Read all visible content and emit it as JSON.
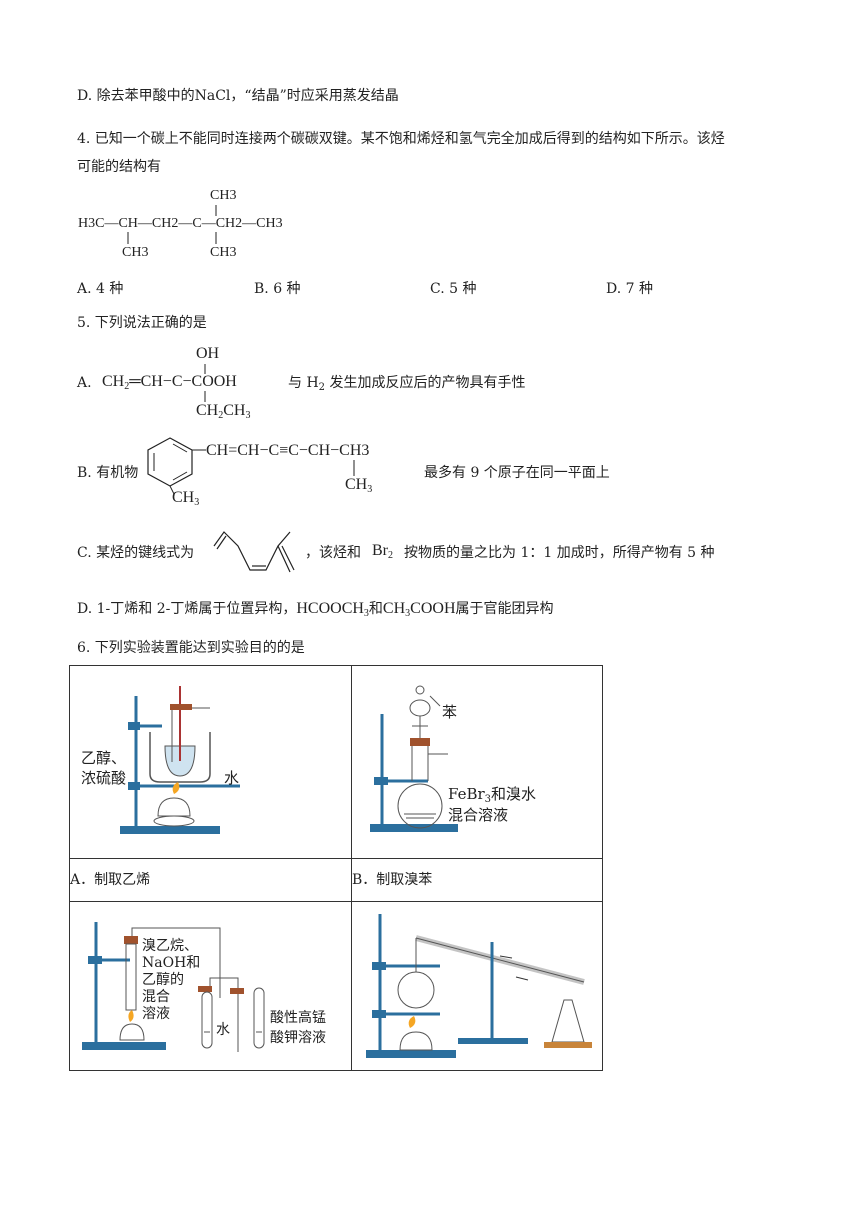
{
  "q3": {
    "optionD": "D. 除去苯甲酸中的NaCl，“结晶”时应采用蒸发结晶"
  },
  "q4": {
    "stem1": "4. 已知一个碳上不能同时连接两个碳碳双键。某不饱和烯烃和氢气完全加成后得到的结构如下所示。该烃",
    "stem2": "可能的结构有",
    "formula": {
      "top_ch3": "CH3",
      "main": [
        "H3C",
        "CH",
        "CH2",
        "C",
        "CH2",
        "CH3"
      ],
      "bottom_ch3_a": "CH3",
      "bottom_ch3_b": "CH3"
    },
    "options": [
      "A. 4 种",
      "B. 6 种",
      "C. 5 种",
      "D. 7 种"
    ]
  },
  "q5": {
    "stem": "5. 下列说法正确的是",
    "optA": {
      "label": "A.",
      "oh": "OH",
      "main": "CH2=CH−C−COOH",
      "sub": "CH2CH3",
      "text": "与 H2 发生加成反应后的产物具有手性"
    },
    "optB": {
      "label": "B. 有机物",
      "chain": "CH=CH−C≡C−CH−CH3",
      "ch3a": "CH3",
      "ch3b": "CH3",
      "text": "最多有 9 个原子在同一平面上"
    },
    "optC": {
      "label": "C. 某烃的键线式为",
      "text1": "，该烃和",
      "br2": "Br2",
      "text2": "按物质的量之比为 1：1 加成时，所得产物有 5 种"
    },
    "optD": {
      "text1": "D. 1-丁烯和 2-丁烯属于位置异构，",
      "f1": "HCOOCH3",
      "and": "和",
      "f2": "CH3COOH",
      "text2": "属于官能团异构"
    }
  },
  "q6": {
    "stem": "6. 下列实验装置能达到实验目的的是",
    "cells": [
      {
        "caption": "A．制取乙烯",
        "labels": [
          "乙醇、",
          "浓硫酸",
          "水"
        ]
      },
      {
        "caption": "B．制取溴苯",
        "labels": [
          "苯",
          "FeBr3和溴水",
          "混合溶液"
        ]
      },
      {
        "caption": "",
        "labels": [
          "溴乙烷、",
          "NaOH和",
          "乙醇的",
          "混合",
          "溶液",
          "水",
          "酸性高锰",
          "酸钾溶液"
        ]
      },
      {
        "caption": "",
        "labels": []
      }
    ]
  }
}
